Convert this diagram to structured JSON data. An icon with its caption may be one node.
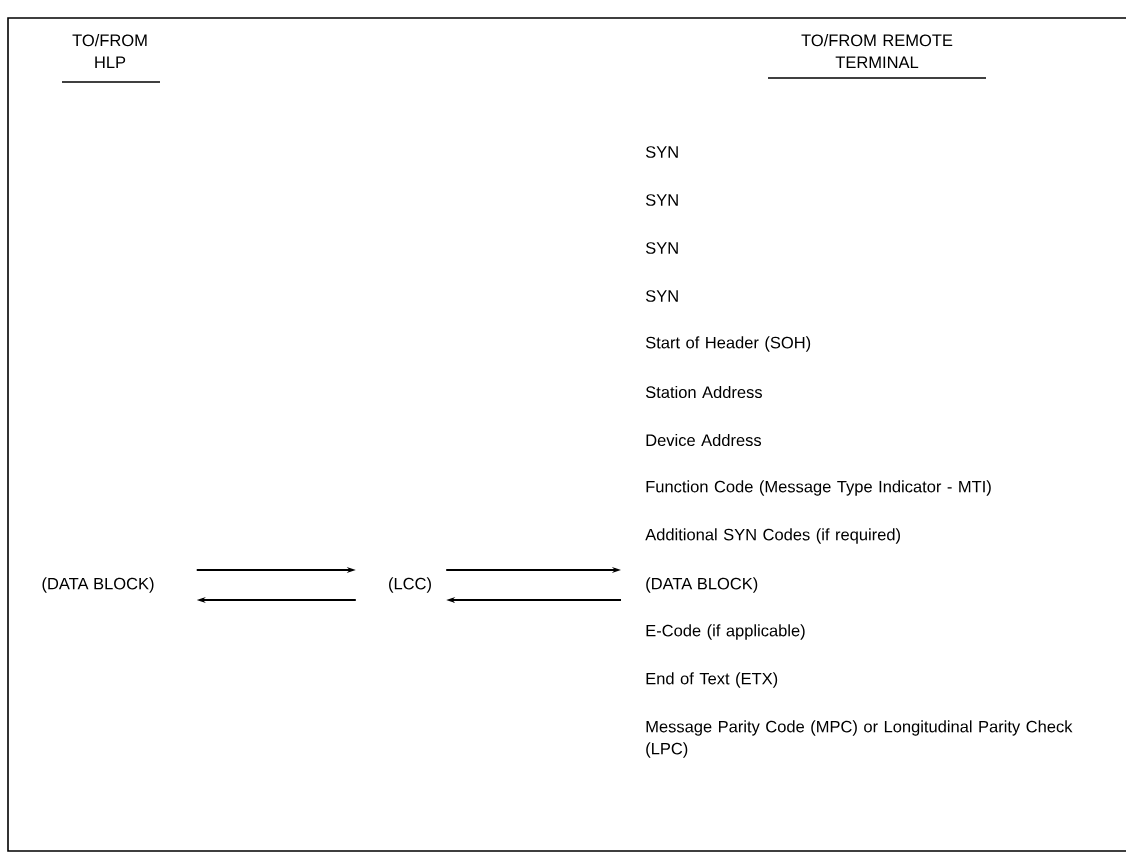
{
  "diagram": {
    "nodes": [
      {
        "text": [
          "(DATA BLOCK)"
        ]
      },
      {
        "text": [
          "(LCC)"
        ]
      },
      {
        "text": [
          "(DATA BLOCK)"
        ]
      }
    ],
    "edges": [
      {
        "from": 0,
        "to": 1,
        "arrow": "to"
      },
      {
        "from": 1,
        "to": 0,
        "arrow": "to"
      },
      {
        "from": 1,
        "to": 2,
        "arrow": "to"
      },
      {
        "from": 2,
        "to": 1,
        "arrow": "to"
      }
    ],
    "labels": [
      "TO/FROM HLP",
      "TO/FROM REMOTE TERMINAL",
      "SYN",
      "SYN",
      "SYN",
      "SYN",
      "Start of Header (SOH)",
      "Station Address",
      "Device Address",
      "Function Code (Message Type Indicator - MTI)",
      "Additional SYN Codes (if required)",
      "E-Code (if applicable)",
      "End of Text (ETX)",
      "Message Parity Code (MPC) or Longitudinal Parity Check (LPC)"
    ]
  }
}
